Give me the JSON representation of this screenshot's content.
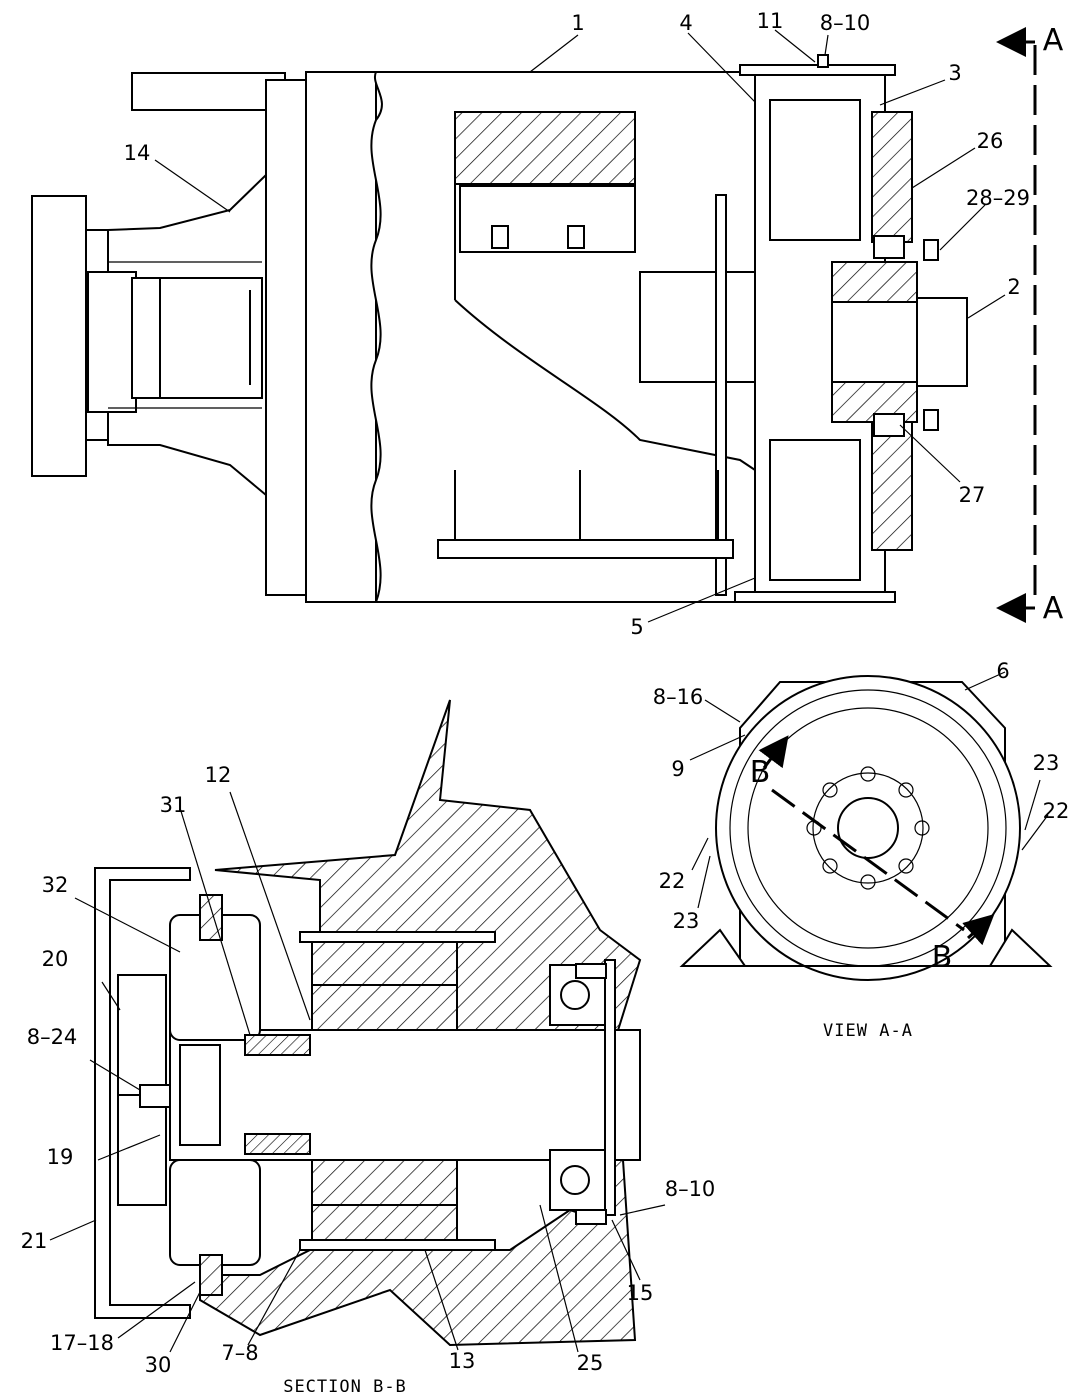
{
  "callouts": {
    "c1": "1",
    "c2": "2",
    "c3": "3",
    "c4": "4",
    "c5": "5",
    "c6": "6",
    "c7_8": "7–8",
    "c8_10_top": "8–10",
    "c8_10_bottom": "8–10",
    "c8_16": "8–16",
    "c8_24": "8–24",
    "c9": "9",
    "c11": "11",
    "c12": "12",
    "c13": "13",
    "c14": "14",
    "c15": "15",
    "c17_18": "17–18",
    "c19": "19",
    "c20": "20",
    "c21": "21",
    "c22_left": "22",
    "c22_right": "22",
    "c23_left": "23",
    "c23_right": "23",
    "c25": "25",
    "c26": "26",
    "c27": "27",
    "c28_29": "28–29",
    "c30": "30",
    "c31": "31",
    "c32": "32"
  },
  "section_markers": {
    "a_top": "A",
    "a_bottom": "A",
    "b_top": "B",
    "b_bottom": "B"
  },
  "captions": {
    "view_a": "VIEW A-A",
    "section_b": "SECTION B-B"
  }
}
